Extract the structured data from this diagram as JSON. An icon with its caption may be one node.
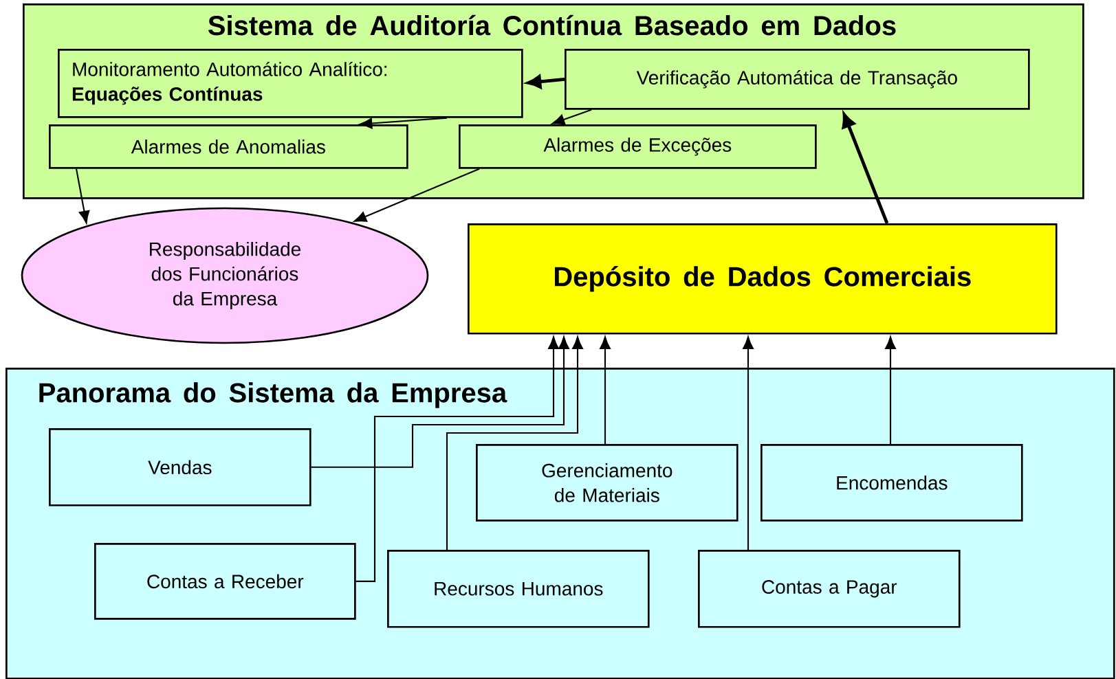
{
  "diagram": {
    "nodes": [
      {
        "text": [
          "Sistema de Auditoría Contínua Baseado em Dados"
        ]
      },
      {
        "text": [
          "Monitoramento Automático Analítico:",
          "Equações Contínuas"
        ],
        "in": 0
      },
      {
        "text": [
          "Verificação Automática de Transação"
        ],
        "in": 0
      },
      {
        "text": [
          "Alarmes de Anomalias"
        ],
        "in": 0
      },
      {
        "text": [
          "Alarmes de Exceções"
        ],
        "in": 0
      },
      {
        "text": [
          "Responsabilidade dos Funcionários da Empresa"
        ]
      },
      {
        "text": [
          "Depósito de Dados Comerciais"
        ]
      },
      {
        "text": [
          "Panorama do Sistema da Empresa"
        ]
      },
      {
        "text": [
          "Vendas"
        ],
        "in": 7
      },
      {
        "text": [
          "Gerenciamento de Materiais"
        ],
        "in": 7
      },
      {
        "text": [
          "Encomendas"
        ],
        "in": 7
      },
      {
        "text": [
          "Contas a Receber"
        ],
        "in": 7
      },
      {
        "text": [
          "Recursos Humanos"
        ],
        "in": 7
      },
      {
        "text": [
          "Contas a Pagar"
        ],
        "in": 7
      }
    ],
    "edges": [
      {
        "from": 2,
        "to": 1,
        "arrow": "to",
        "style": "thick"
      },
      {
        "from": 1,
        "to": 3,
        "arrow": "to"
      },
      {
        "from": 2,
        "to": 4,
        "arrow": "to"
      },
      {
        "from": 3,
        "to": 5,
        "arrow": "to"
      },
      {
        "from": 4,
        "to": 5,
        "arrow": "to"
      },
      {
        "from": 6,
        "to": 2,
        "arrow": "to",
        "style": "thick"
      },
      {
        "from": 8,
        "to": 6,
        "arrow": "to"
      },
      {
        "from": 11,
        "to": 6,
        "arrow": "to"
      },
      {
        "from": 12,
        "to": 6,
        "arrow": "to"
      },
      {
        "from": 9,
        "to": 6,
        "arrow": "to"
      },
      {
        "from": 13,
        "to": 6,
        "arrow": "to"
      },
      {
        "from": 10,
        "to": 6,
        "arrow": "to"
      }
    ]
  }
}
